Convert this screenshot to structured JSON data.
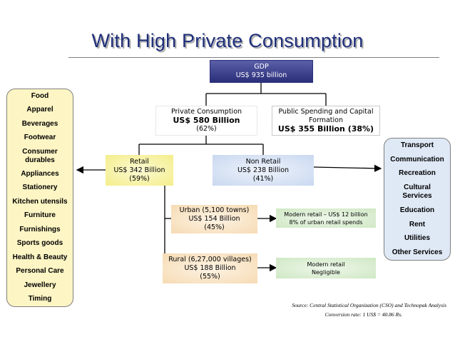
{
  "title": "With High Private Consumption",
  "gdp": {
    "line1": "GDP",
    "line2": "US$ 935 billion"
  },
  "private": {
    "line1": "Private Consumption",
    "line2": "US$ 580 Billion",
    "line3": "(62%)"
  },
  "public": {
    "line1": "Public Spending and Capital",
    "line2": "Formation",
    "line3": "US$ 355 Billion (38%)"
  },
  "retail": {
    "line1": "Retail",
    "line2": "US$ 342 Billion",
    "line3": "(59%)"
  },
  "nonretail": {
    "line1": "Non Retail",
    "line2": "US$ 238 Billion",
    "line3": "(41%)"
  },
  "urban": {
    "line1": "Urban (5,100 towns)",
    "line2": "US$ 154 Billion",
    "line3": "(45%)"
  },
  "rural": {
    "line1": "Rural  (6,27,000 villages)",
    "line2": "US$ 188 Billion",
    "line3": "(55%)"
  },
  "modern_urban": {
    "line1": "Modern retail – US$ 12 billion",
    "line2": "8% of urban retail spends"
  },
  "modern_rural": {
    "line1": "Modern retail",
    "line2": "Negligible"
  },
  "left_items": [
    "Food",
    "Apparel",
    "Beverages",
    "Footwear",
    "Consumer durables",
    "Appliances",
    "Stationery",
    "Kitchen utensils",
    "Furniture",
    "Furnishings",
    "Sports goods",
    "Health & Beauty",
    "Personal Care",
    "Jewellery",
    "Timing"
  ],
  "right_items": [
    "Transport",
    "Communication",
    "Recreation",
    "Cultural Services",
    "Education",
    "Rent",
    "Utilities",
    "Other Services"
  ],
  "source": "Source: Central Statistical Organization (CSO) and Technopak Analysis",
  "conversion": "Conversion rate: 1 US$ = 40.86 Rs.",
  "colors": {
    "title": "#1f2f7a",
    "gdp": "#2b2f7a",
    "left_list": "#fdf5c4",
    "right_list": "#dfe9f6"
  }
}
